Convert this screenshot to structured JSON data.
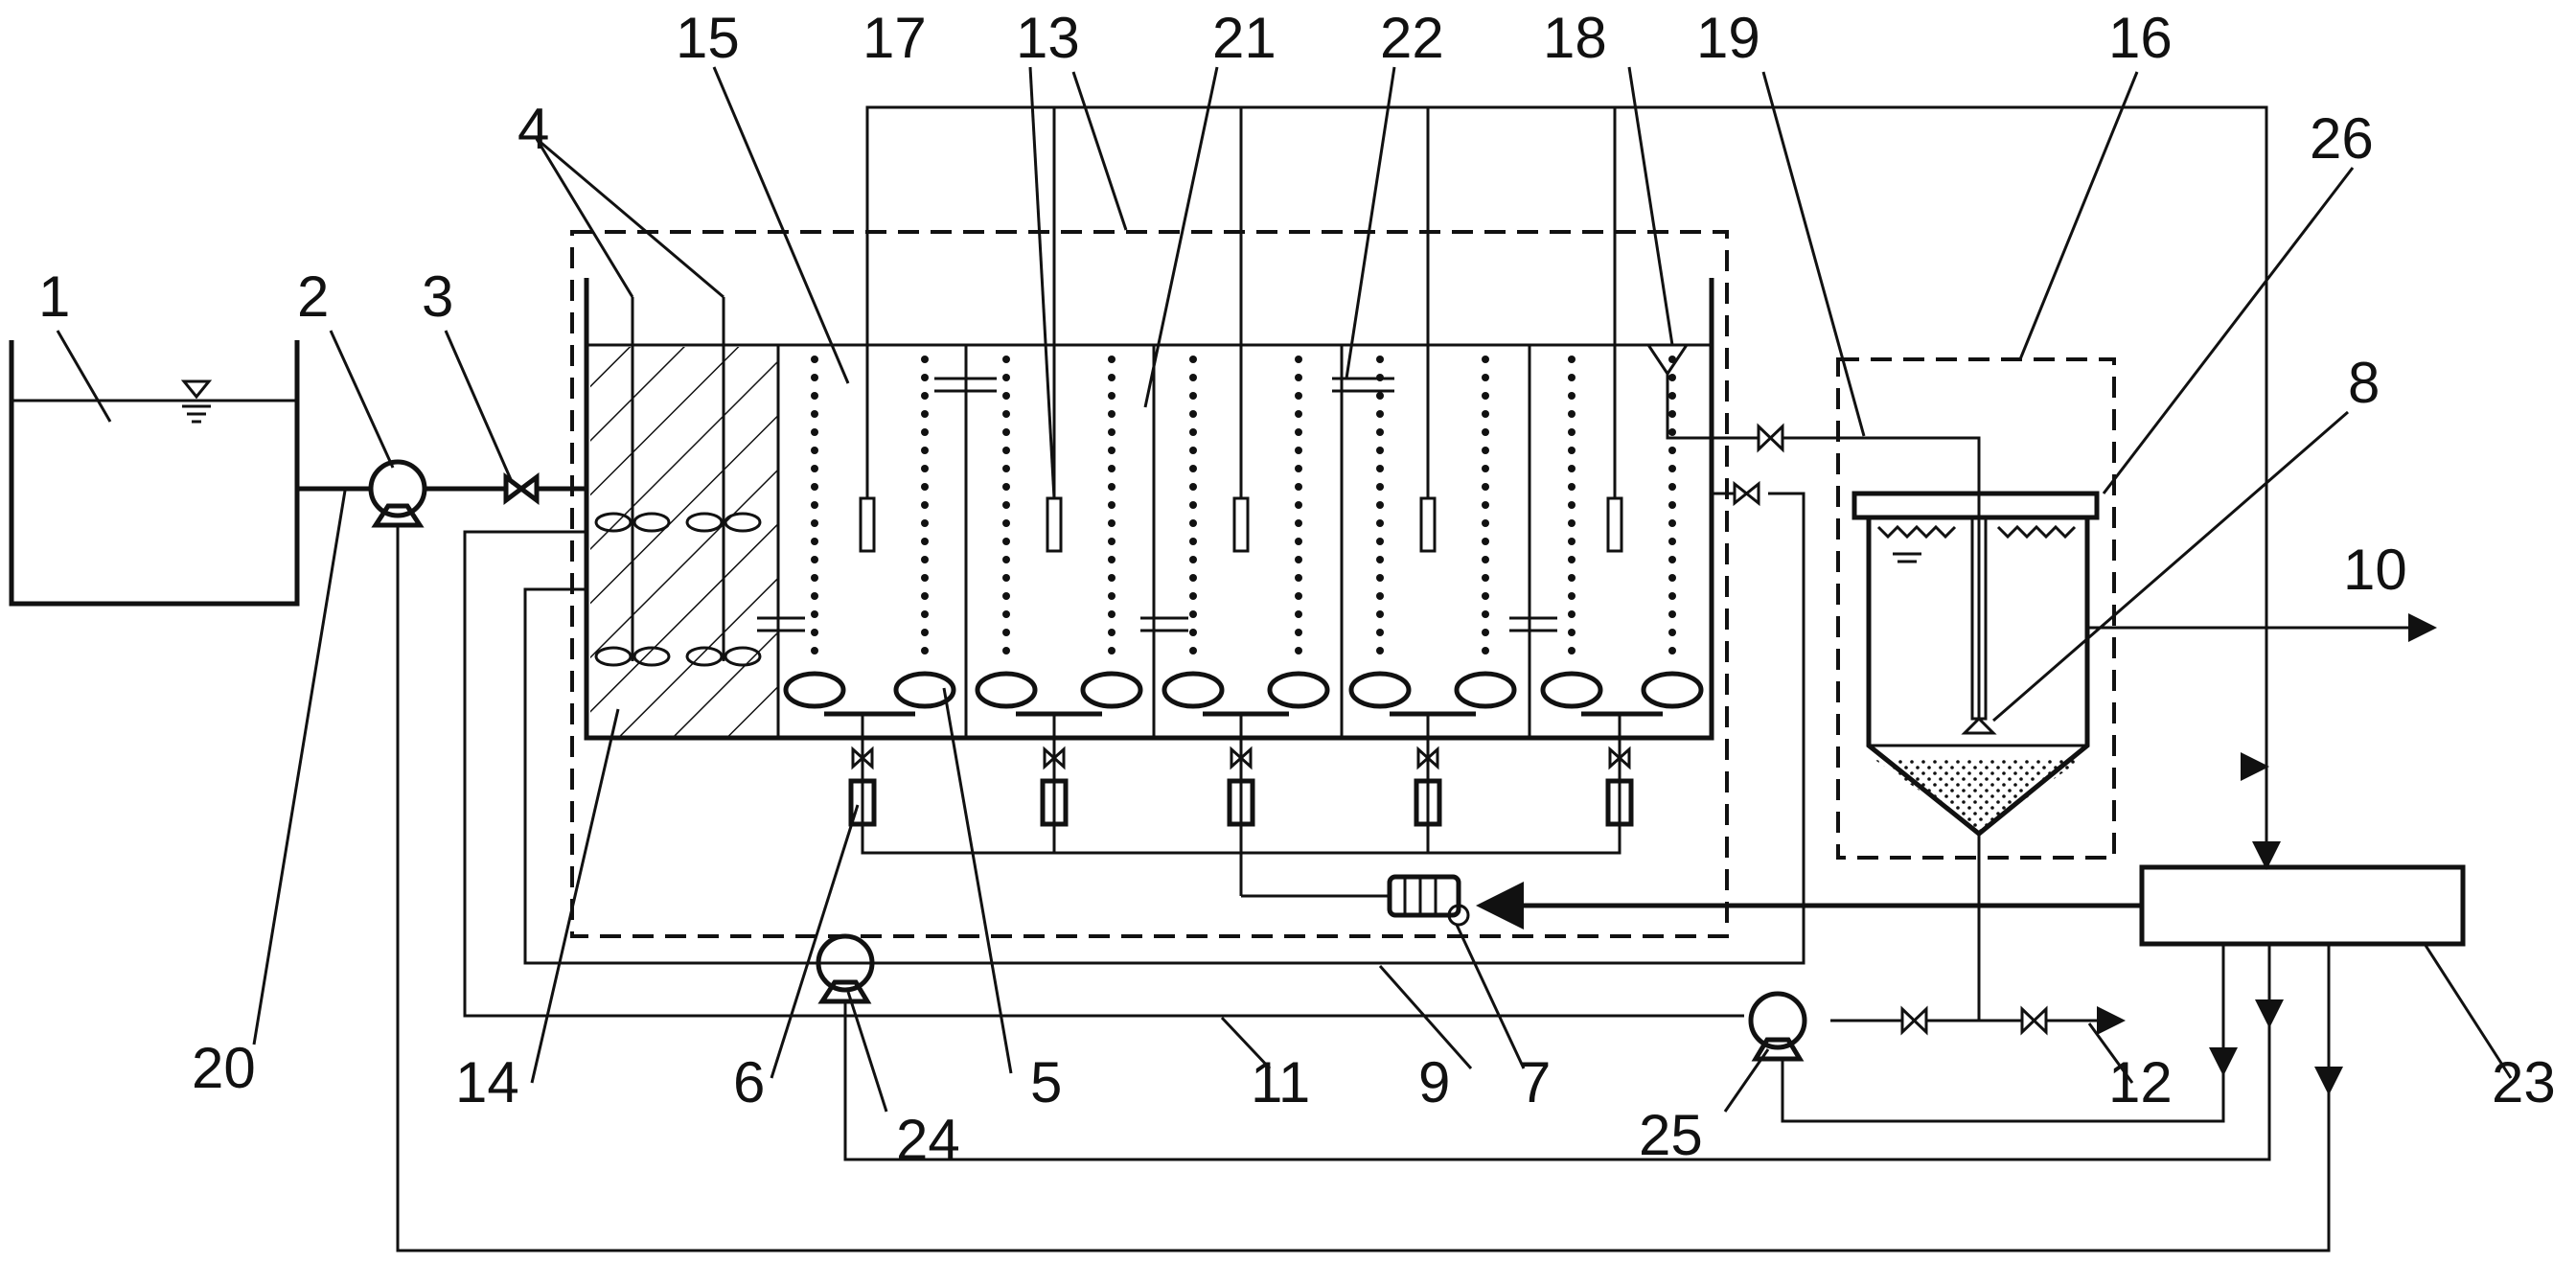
{
  "labels": {
    "l1": "1",
    "l2": "2",
    "l3": "3",
    "l4": "4",
    "l5": "5",
    "l6": "6",
    "l7": "7",
    "l8": "8",
    "l9": "9",
    "l10": "10",
    "l11": "11",
    "l12": "12",
    "l13": "13",
    "l14": "14",
    "l15": "15",
    "l16": "16",
    "l17": "17",
    "l18": "18",
    "l19": "19",
    "l20": "20",
    "l21": "21",
    "l22": "22",
    "l23": "23",
    "l24": "24",
    "l25": "25",
    "l26": "26"
  },
  "symbols": {
    "water_level": "water-level-icon",
    "pump": "pump-icon",
    "valve": "valve-icon",
    "aerator": "aeration-disc-icon",
    "flowmeter": "flowmeter-icon",
    "probe": "probe-icon",
    "arrow": "arrow-icon"
  }
}
